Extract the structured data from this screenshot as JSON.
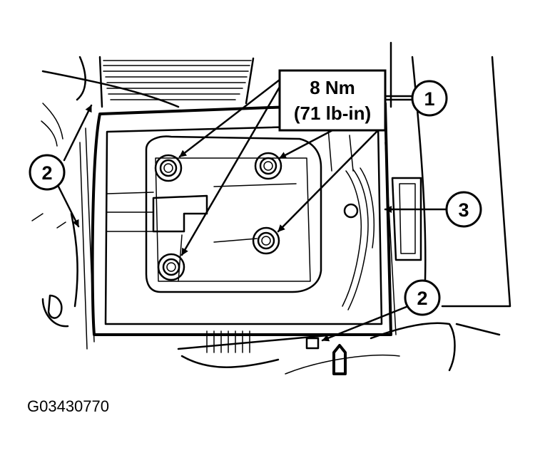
{
  "torque_spec": {
    "line1": "8 Nm",
    "line2": "(71 lb-in)"
  },
  "callouts": [
    {
      "label": "1"
    },
    {
      "label": "2"
    },
    {
      "label": "3"
    },
    {
      "label": "2"
    }
  ],
  "figure_id": "G03430770"
}
